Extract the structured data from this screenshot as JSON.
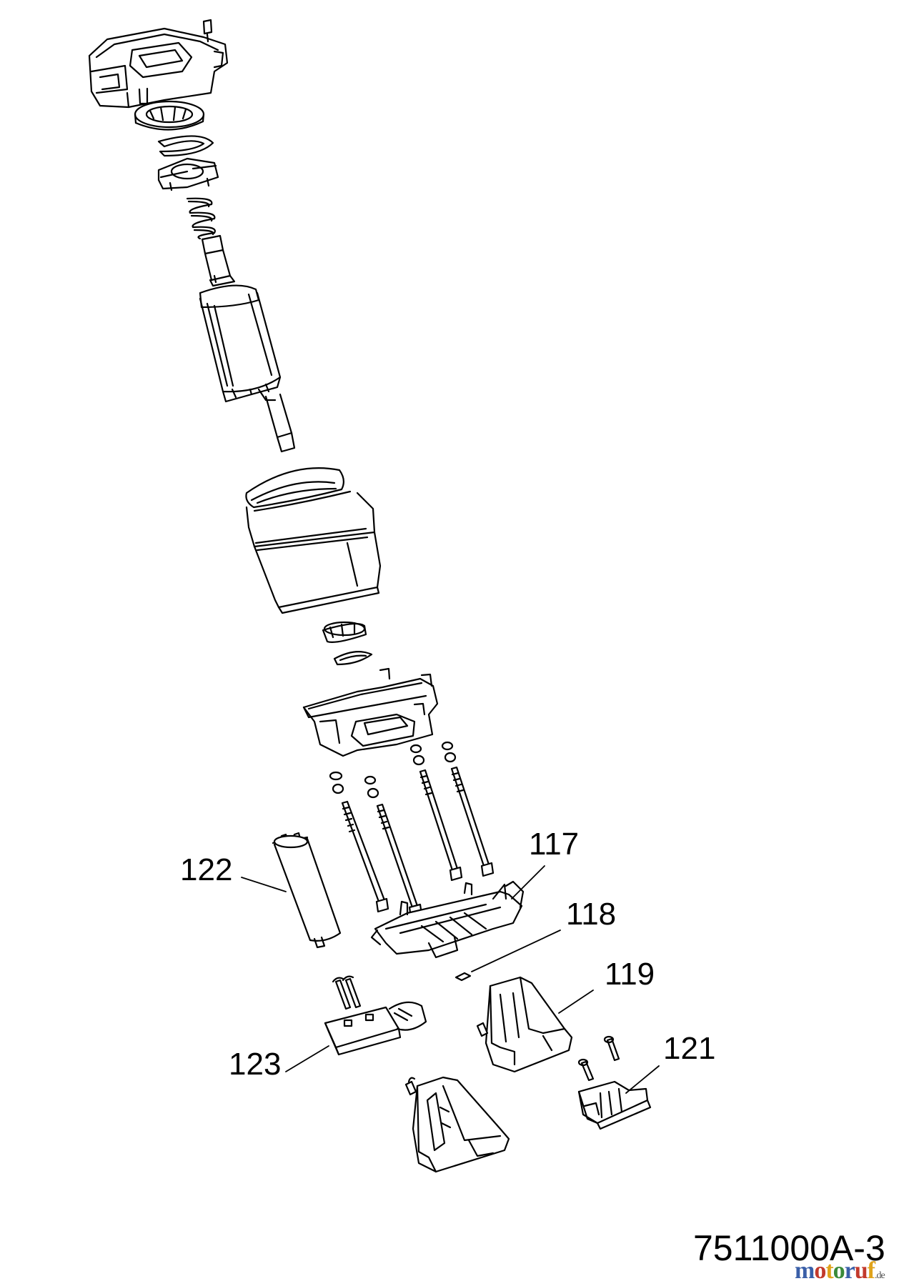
{
  "diagram": {
    "part_numbers": {
      "p117": "117",
      "p118": "118",
      "p119": "119",
      "p121": "121",
      "p122": "122",
      "p123": "123"
    },
    "drawing_number": "7511000A-3",
    "watermark": {
      "name": "motoruf",
      "suffix": ".de",
      "colors": [
        "#3a5fa8",
        "#c23a2c",
        "#e0a31b",
        "#3a8a3a"
      ]
    }
  }
}
